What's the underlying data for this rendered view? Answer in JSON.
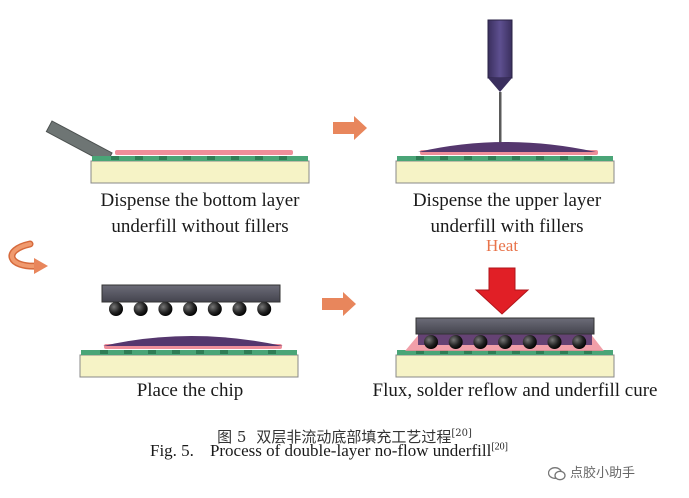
{
  "steps": [
    {
      "line1": "Dispense the bottom layer",
      "line2": "underfill without fillers"
    },
    {
      "line1": "Dispense the upper layer",
      "line2": "underfill with fillers"
    },
    {
      "line1": "Place the chip"
    },
    {
      "line1": "Flux, solder reflow and underfill cure"
    }
  ],
  "heat_label": "Heat",
  "caption_cn": {
    "number": "图 5",
    "text": "双层非流动底部填充工艺过程",
    "ref": "[20]"
  },
  "caption_en": {
    "number": "Fig. 5.",
    "text": "Process of double-layer no-flow underfill",
    "ref": "[20]"
  },
  "watermark": "点胶小助手",
  "colors": {
    "substrate": "#f6f3c6",
    "bottom_layer": "#ef8e9a",
    "upper_layer": "#55376e",
    "pad": "#3f9a6b",
    "chip": "#5b5b66",
    "arrow": "#e8865c",
    "heat_arrow": "#e11f26"
  }
}
